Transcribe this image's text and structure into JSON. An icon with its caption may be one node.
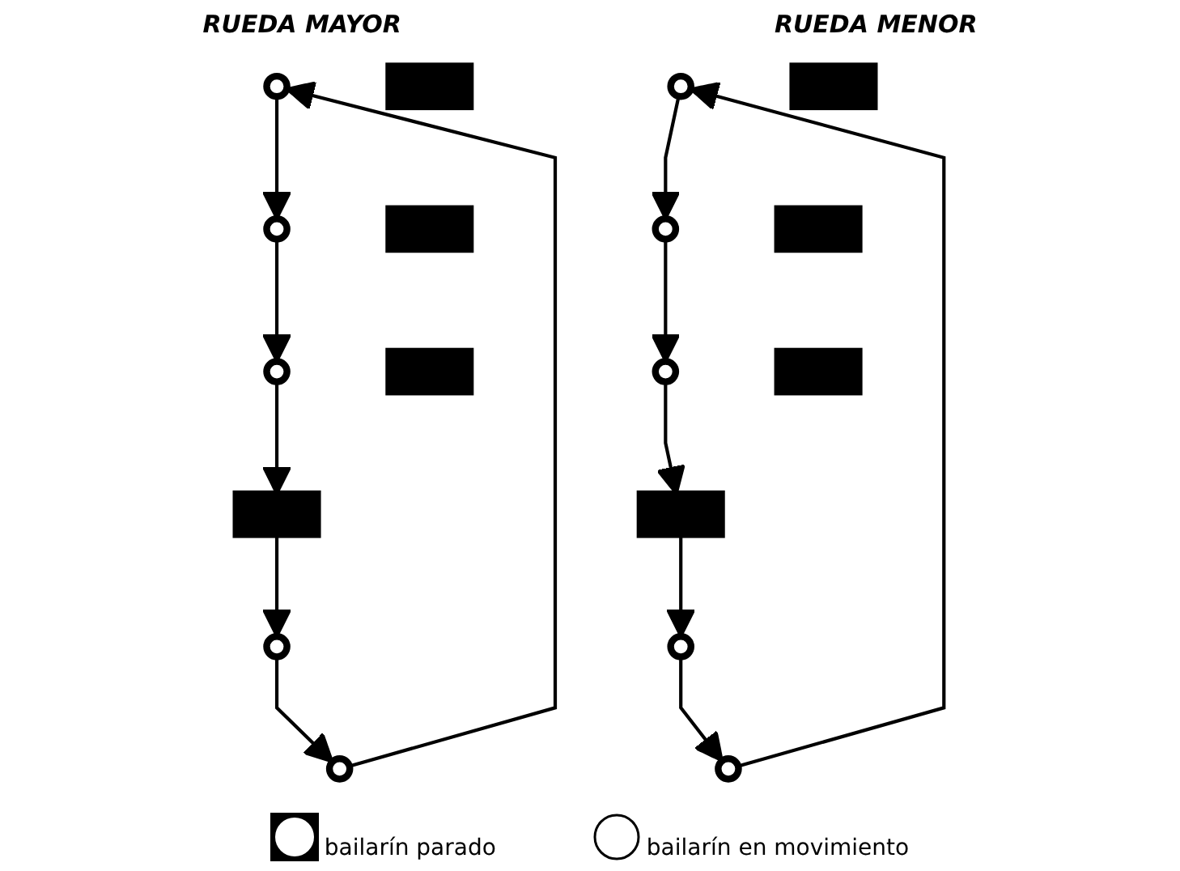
{
  "diagram": {
    "nodes": [
      {
        "text": [],
        "shape": "circle"
      },
      {
        "text": [],
        "shape": "circle"
      },
      {
        "text": [],
        "shape": "box"
      },
      {
        "text": [],
        "shape": "circle"
      },
      {
        "text": [],
        "shape": "circle"
      },
      {
        "text": [],
        "shape": "box"
      },
      {
        "text": [],
        "shape": "box"
      },
      {
        "text": [],
        "shape": "circle"
      },
      {
        "text": [],
        "shape": "box"
      },
      {
        "text": [],
        "shape": "circle"
      },
      {
        "text": [],
        "shape": "circle"
      },
      {
        "text": [],
        "shape": "box"
      },
      {
        "text": [],
        "shape": "circle"
      },
      {
        "text": [],
        "shape": "box"
      },
      {
        "text": [],
        "shape": "circle"
      },
      {
        "text": [],
        "shape": "box"
      },
      {
        "text": [],
        "shape": "circle"
      },
      {
        "text": [],
        "shape": "box"
      }
    ],
    "edges": [
      {
        "from": 0,
        "to": 1,
        "arrow": "to"
      },
      {
        "from": 1,
        "to": 4,
        "arrow": "to"
      },
      {
        "from": 4,
        "to": 8,
        "arrow": "to"
      },
      {
        "from": 8,
        "to": 7,
        "arrow": "to"
      },
      {
        "from": 7,
        "to": 3,
        "arrow": "to"
      },
      {
        "from": 3,
        "to": 0,
        "arrow": "to"
      },
      {
        "from": 10,
        "to": 9,
        "arrow": "to"
      },
      {
        "from": 9,
        "to": 12,
        "arrow": "to"
      },
      {
        "from": 12,
        "to": 16,
        "arrow": "to"
      },
      {
        "from": 16,
        "to": 17,
        "arrow": "to"
      },
      {
        "from": 17,
        "to": 14,
        "arrow": "to"
      },
      {
        "from": 14,
        "to": 10,
        "arrow": "to"
      }
    ],
    "labels": [
      "RUEDA MAYOR",
      "RUEDA MENOR"
    ],
    "legend": [
      {
        "text": "bailarín parado"
      },
      {
        "text": "bailarín en movimiento"
      }
    ]
  }
}
